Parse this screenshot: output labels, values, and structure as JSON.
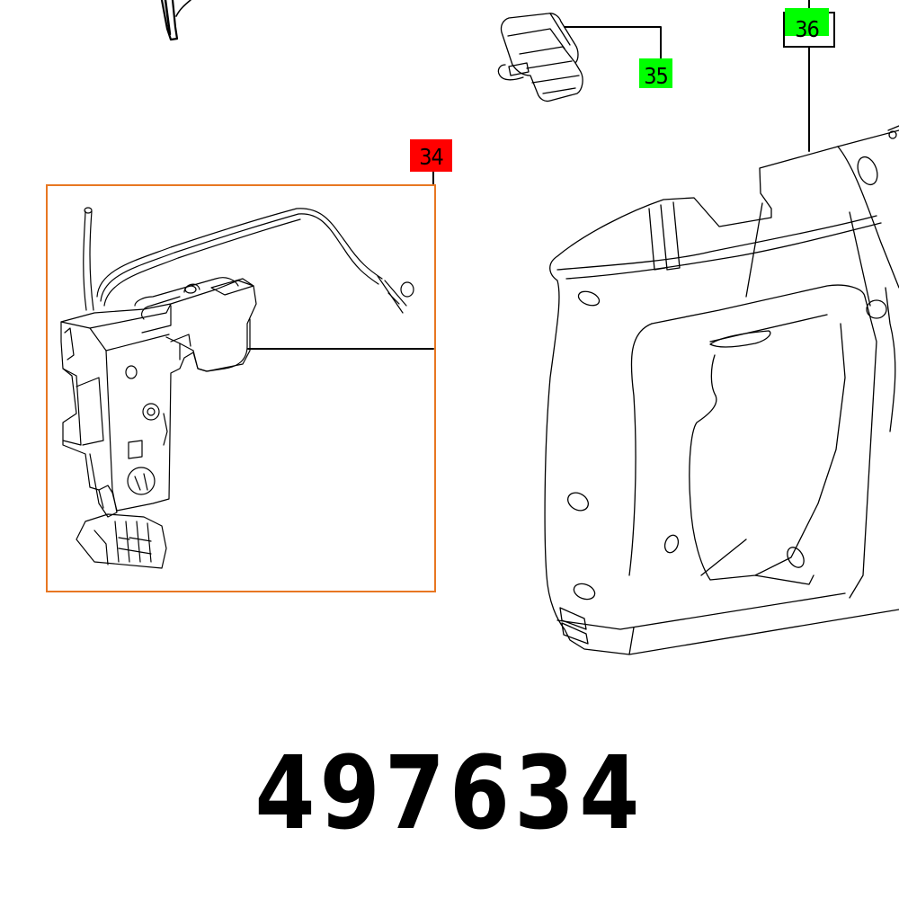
{
  "diagram": {
    "type": "exploded-parts-view",
    "part_number": "497634",
    "colors": {
      "group_frame": "#e87722",
      "selected_label_bg": "#ff0000",
      "related_label_bg": "#00ff00",
      "line": "#000000"
    },
    "callouts": [
      {
        "id": "34",
        "label": "34",
        "part": "switch-assembly-with-wiring",
        "highlight": "red"
      },
      {
        "id": "35",
        "label": "35",
        "part": "clip-holder",
        "highlight": "green"
      },
      {
        "id": "36",
        "label": "36",
        "part": "housing-half-shell",
        "highlight": "green"
      }
    ]
  }
}
